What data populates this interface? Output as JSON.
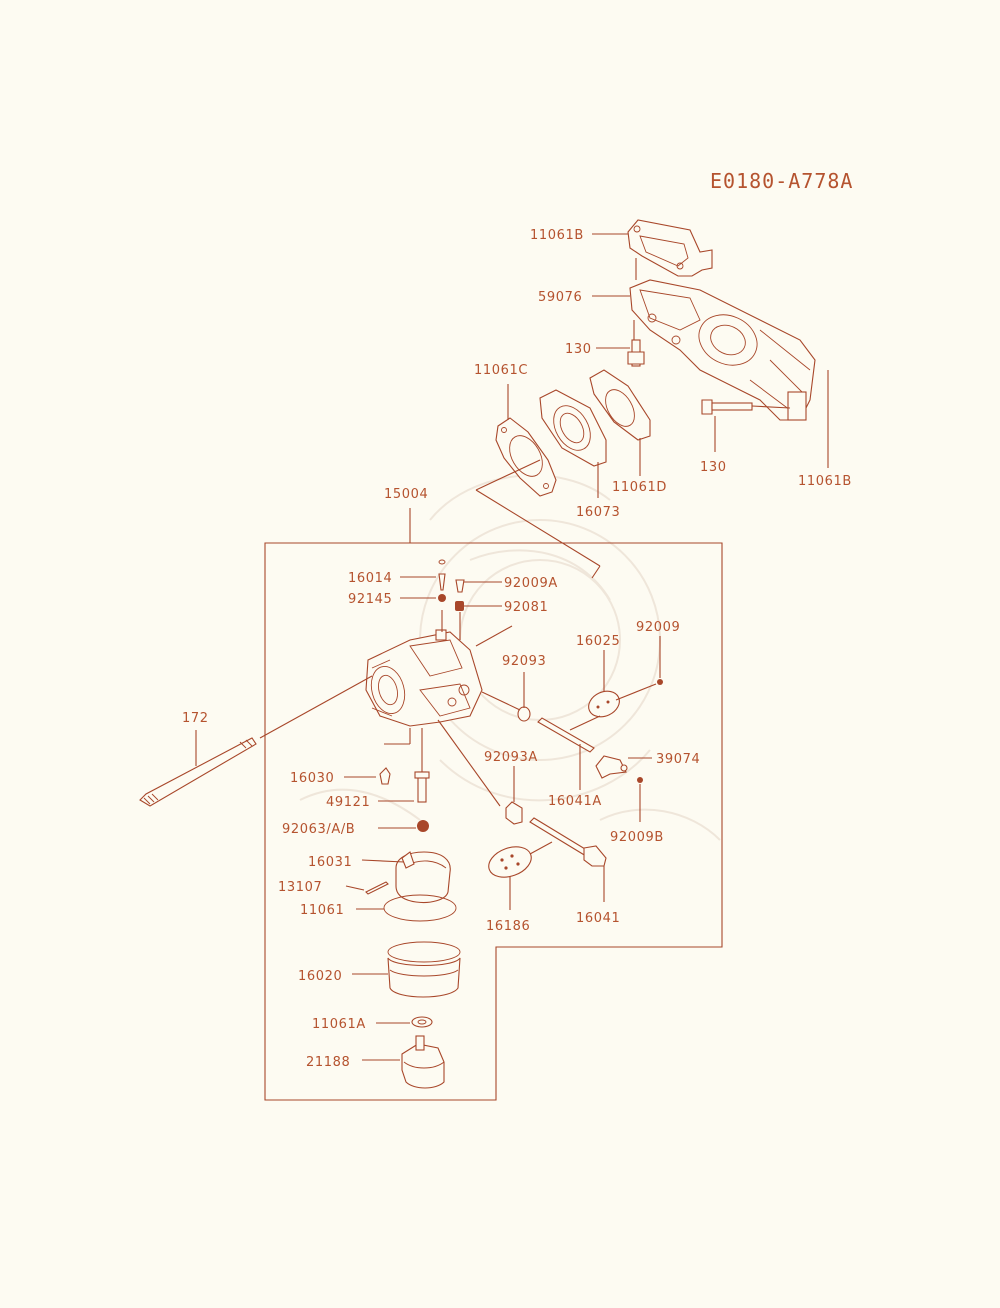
{
  "diagram_code": "E0180-A778A",
  "colors": {
    "line": "#a8472a",
    "text": "#b5532f",
    "background": "#fdfbf2"
  },
  "labels": {
    "l11061B_top": "11061B",
    "l59076": "59076",
    "l130_a": "130",
    "l11061C": "11061C",
    "l130_b": "130",
    "l11061D": "11061D",
    "l11061B_right": "11061B",
    "l16073": "16073",
    "l15004": "15004",
    "l16014": "16014",
    "l92009A": "92009A",
    "l92145": "92145",
    "l92081": "92081",
    "l16025": "16025",
    "l92009": "92009",
    "l92093": "92093",
    "l172": "172",
    "l92093A": "92093A",
    "l39074": "39074",
    "l16030": "16030",
    "l16041A": "16041A",
    "l49121": "49121",
    "l92009B": "92009B",
    "l92063": "92063/A/B",
    "l16031": "16031",
    "l13107": "13107",
    "l11061": "11061",
    "l16186": "16186",
    "l16041": "16041",
    "l16020": "16020",
    "l11061A": "11061A",
    "l21188": "21188"
  }
}
